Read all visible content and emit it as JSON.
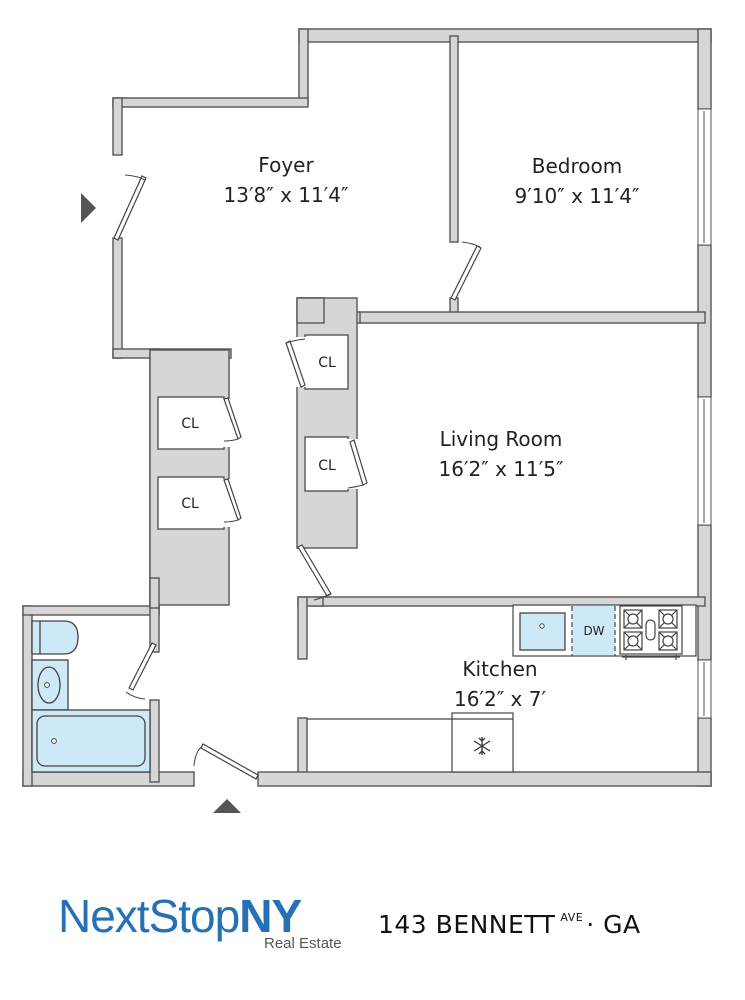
{
  "floorplan": {
    "rooms": [
      {
        "id": "foyer",
        "name": "Foyer",
        "dimensions": "13′8″ x 11′4″"
      },
      {
        "id": "bedroom",
        "name": "Bedroom",
        "dimensions": "9′10″ x 11′4″"
      },
      {
        "id": "living_room",
        "name": "Living Room",
        "dimensions": "16′2″ x 11′5″"
      },
      {
        "id": "kitchen",
        "name": "Kitchen",
        "dimensions": "16′2″ x 7′"
      }
    ],
    "closets": [
      {
        "label": "CL"
      },
      {
        "label": "CL"
      },
      {
        "label": "CL"
      },
      {
        "label": "CL"
      }
    ],
    "appliances": {
      "dishwasher": "DW",
      "refrigerator_icon": "snowflake-icon",
      "stove_icon": "stove-burners-icon"
    },
    "entrances": [
      "entry-arrow-left",
      "entry-arrow-bottom"
    ],
    "colors": {
      "wall_fill": "#d6d6d6",
      "wall_stroke": "#555555",
      "fixture_fill": "#cde9f7",
      "brand_blue": "#2670b5"
    }
  },
  "branding": {
    "logo_main": "NextStop",
    "logo_bold": "NY",
    "logo_sub": "Real Estate"
  },
  "address": {
    "number_street": "143 BENNETT",
    "suffix": "AVE",
    "separator": "·",
    "unit": "GA"
  }
}
